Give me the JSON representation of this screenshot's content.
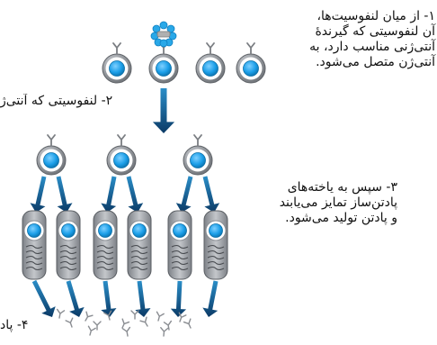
{
  "steps": {
    "step1": {
      "lines": [
        "۱- از میان لنفوسیت‌ها،",
        "آن لنفوسیتی که گیرندهٔ",
        "آنتی‌ژنی مناسب دارد، به",
        "آنتی‌ژن متصل می‌شود."
      ]
    },
    "step2": {
      "line": "۲- لنفوسیتی که آنتی‌ژ"
    },
    "step3": {
      "lines": [
        "۳- سپس به یاخته‌های",
        "پادتن‌ساز تمایز می‌یابند",
        "و پادتن تولید می‌شود."
      ]
    },
    "step4": {
      "line": "۴- پاد"
    }
  },
  "colors": {
    "cell_outer": "#9a9da3",
    "cell_inner": "#ffffff",
    "nucleus": "#1a9ee8",
    "nucleus_edge": "#0b6fa8",
    "receptor": "#7a7d82",
    "antigen": "#29a8e8",
    "antigen_core": "#b0b0b0",
    "arrow_light": "#2a8ec8",
    "arrow_dark": "#0b3a66",
    "plasma_body": "#9fa3a8",
    "plasma_er": "#4a4d52"
  },
  "icons": {
    "lymphocyte": "lymphocyte-cell-icon",
    "plasma_cell": "plasma-cell-icon",
    "antigen": "antigen-icon",
    "antibody": "antibody-icon",
    "arrow": "down-arrow-icon"
  }
}
